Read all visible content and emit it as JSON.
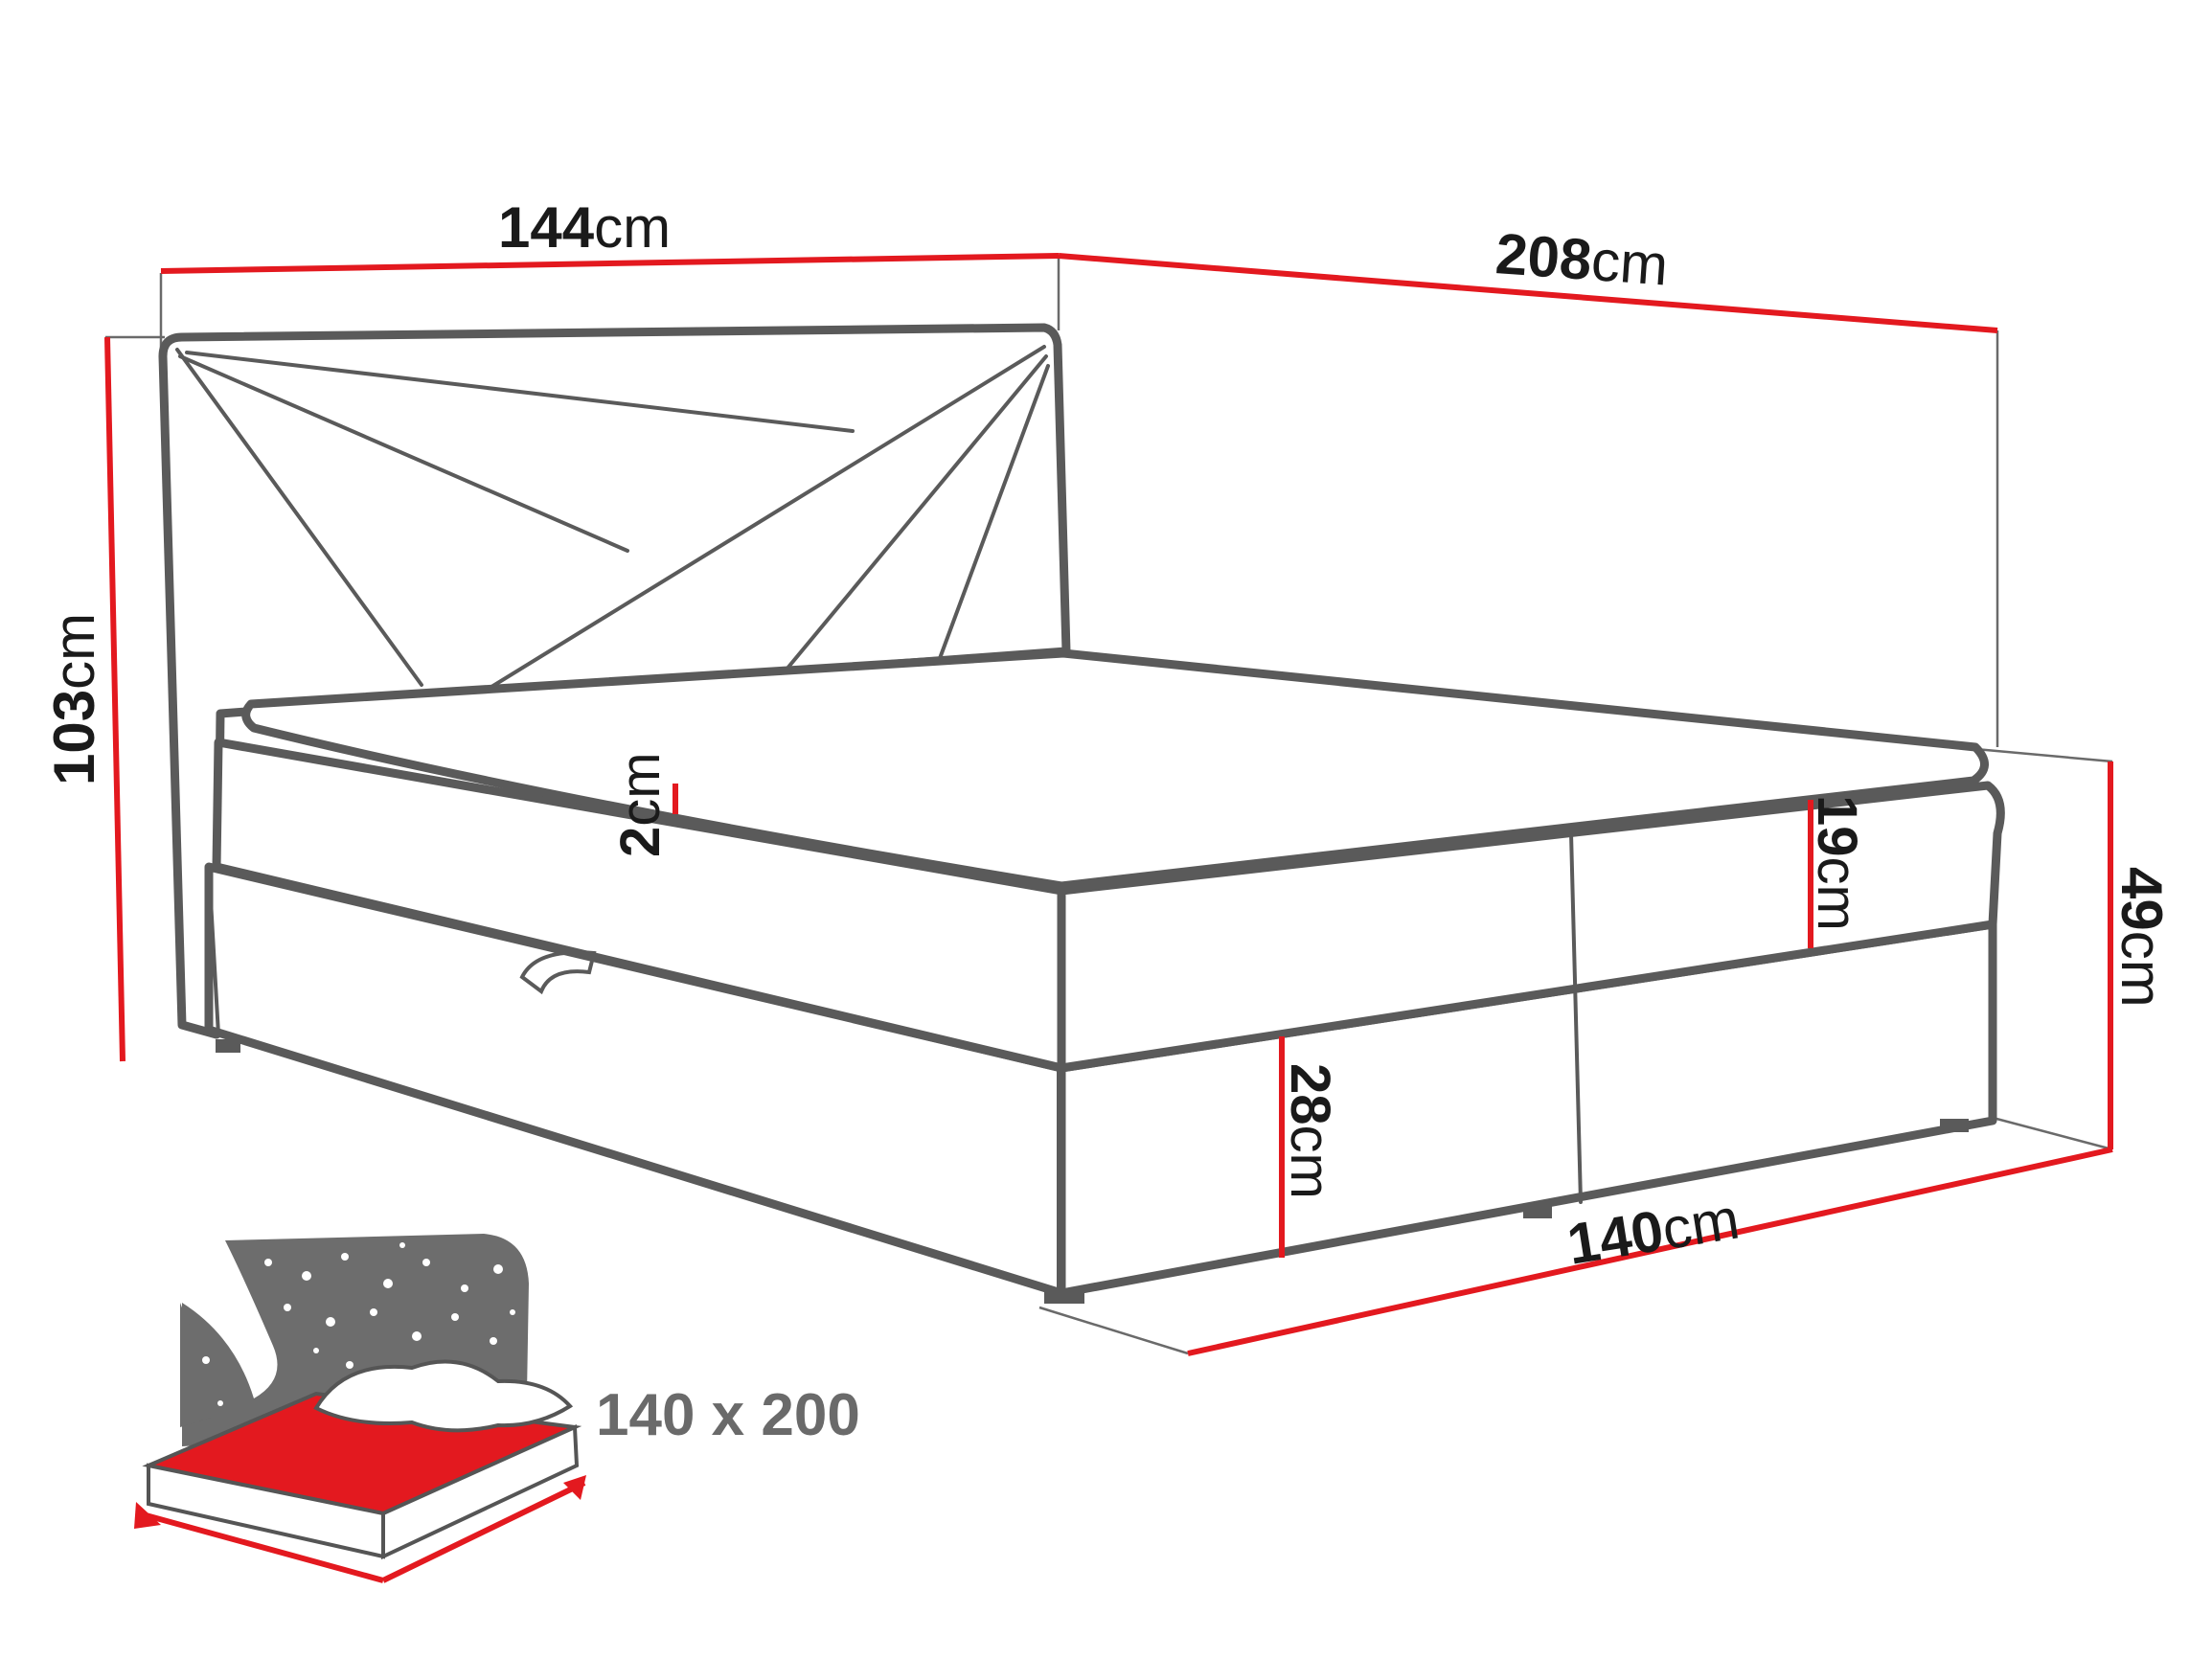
{
  "dimensions": {
    "width": {
      "value": "144",
      "unit": "cm"
    },
    "length": {
      "value": "208",
      "unit": "cm"
    },
    "height": {
      "value": "103",
      "unit": "cm"
    },
    "topper": {
      "value": "2",
      "unit": "cm"
    },
    "mattress": {
      "value": "19",
      "unit": "cm"
    },
    "total_side": {
      "value": "49",
      "unit": "cm"
    },
    "base": {
      "value": "28",
      "unit": "cm"
    },
    "inner_width": {
      "value": "140",
      "unit": "cm"
    }
  },
  "mattress_size": "140 x 200",
  "colors": {
    "dimension_line": "#e3191f",
    "outline": "#5a5a5a",
    "icon_fill": "#6d6d6d",
    "mattress_red": "#e3191f"
  },
  "icons": [
    "night-sky-icon",
    "pillow-icon",
    "mattress-icon"
  ]
}
